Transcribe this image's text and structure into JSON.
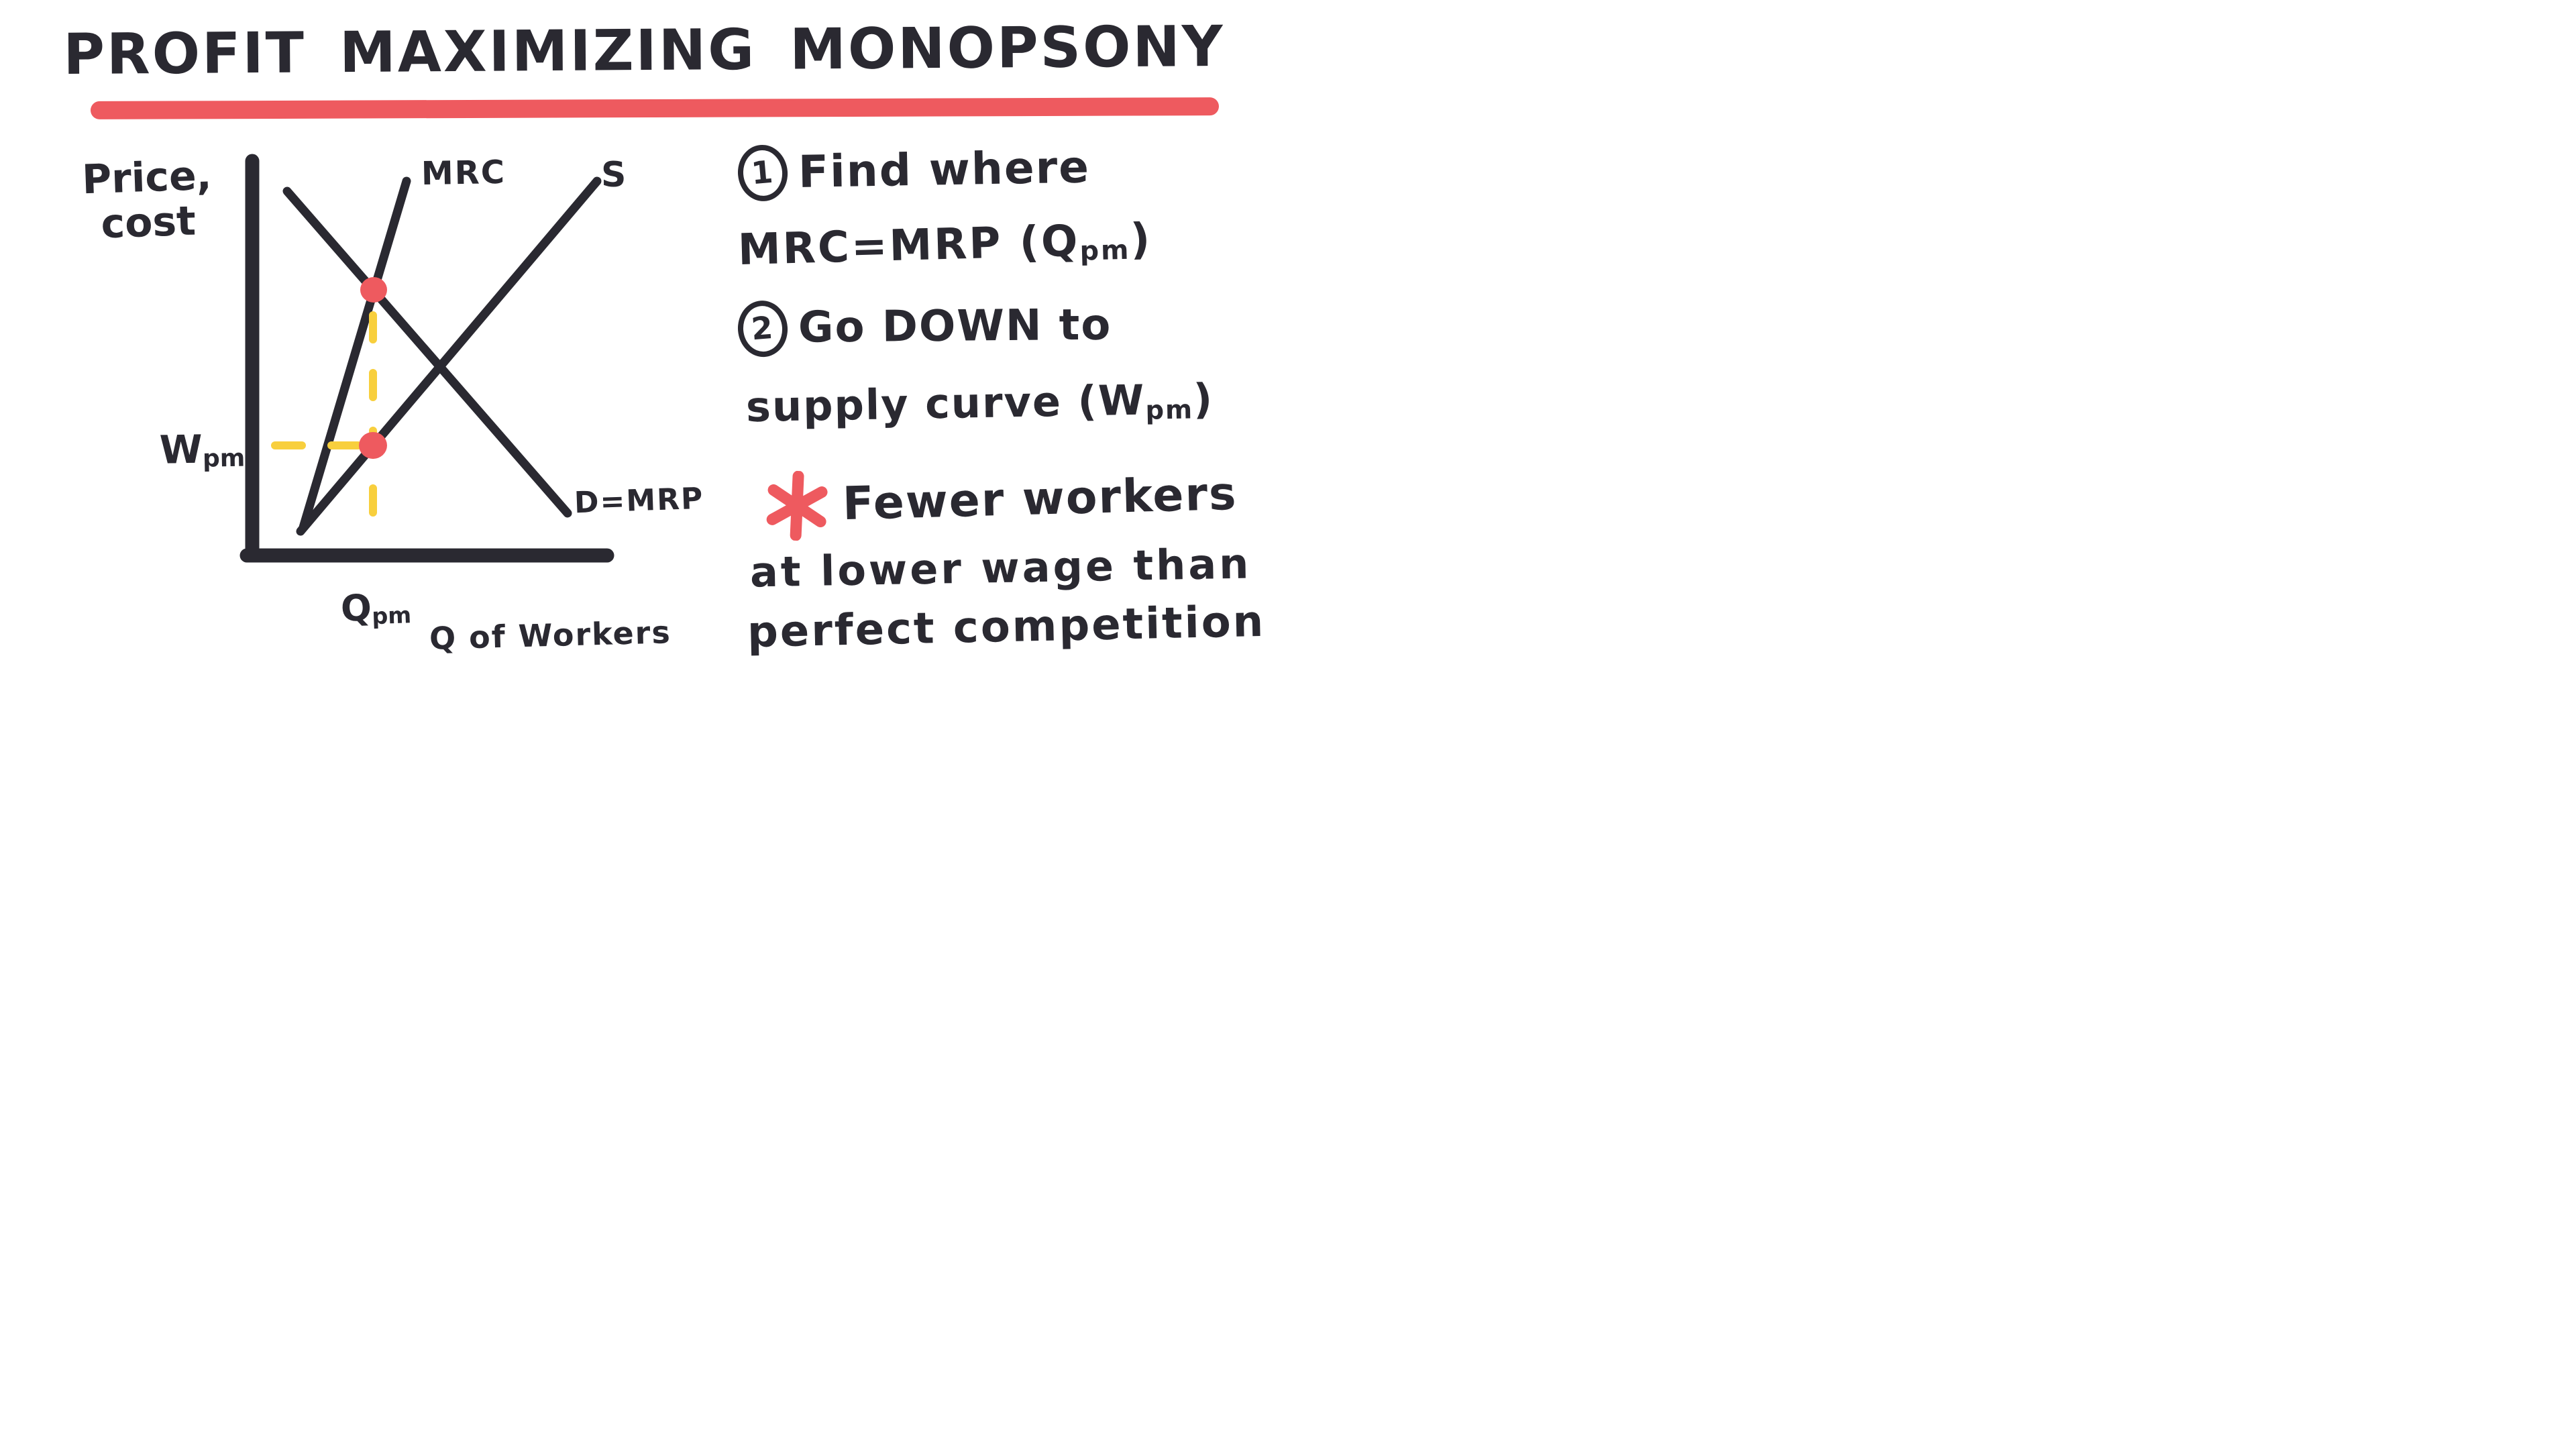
{
  "title": "PROFIT MAXIMIZING MONOPSONY",
  "colors": {
    "ink": "#2a2931",
    "accent_red": "#ee5a5f",
    "guide_yellow": "#f8cf3d",
    "background": "#ffffff"
  },
  "graph": {
    "y_axis_label_line1": "Price,",
    "y_axis_label_line2": "cost",
    "x_axis_label": "Q of Workers",
    "curve_labels": {
      "mrc": "MRC",
      "supply": "S",
      "demand": "D=MRP"
    },
    "wage_label": {
      "base": "W",
      "sub": "pm"
    },
    "quantity_label": {
      "base": "Q",
      "sub": "pm"
    }
  },
  "steps": [
    {
      "number": "1",
      "line1": "Find where",
      "line2_prefix": "MRC=MRP (Q",
      "line2_sub": "pm",
      "line2_suffix": ")"
    },
    {
      "number": "2",
      "line1": "Go DOWN to",
      "line2_prefix": "supply curve (W",
      "line2_sub": "pm",
      "line2_suffix": ")"
    }
  ],
  "note": {
    "line1": "Fewer workers",
    "line2": "at lower wage than",
    "line3": "perfect competition"
  }
}
